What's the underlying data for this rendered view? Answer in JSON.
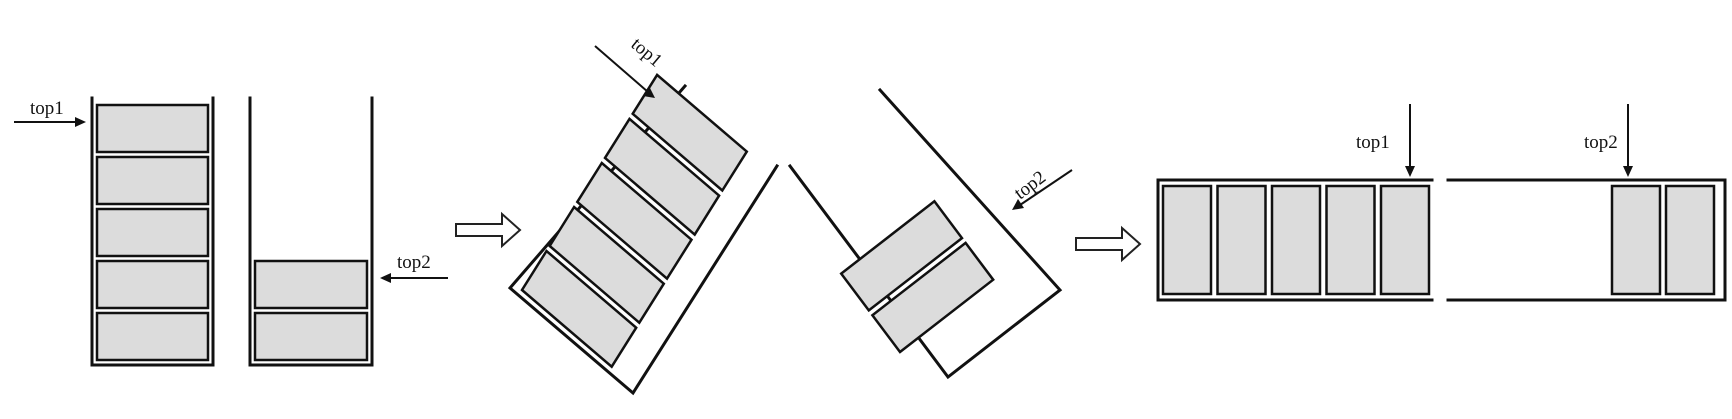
{
  "panel1": {
    "left_stack_blocks": 5,
    "right_stack_blocks": 2,
    "labels": {
      "top1": "top1",
      "top2": "top2"
    }
  },
  "panel2": {
    "left_stack_blocks": 5,
    "right_stack_blocks": 2,
    "labels": {
      "top1": "top1",
      "top2": "top2"
    }
  },
  "panel3": {
    "left_blocks": 5,
    "right_blocks": 2,
    "labels": {
      "top1": "top1",
      "top2": "top2"
    }
  },
  "colors": {
    "block_fill": "#dcdcdc",
    "outline": "#111111"
  }
}
